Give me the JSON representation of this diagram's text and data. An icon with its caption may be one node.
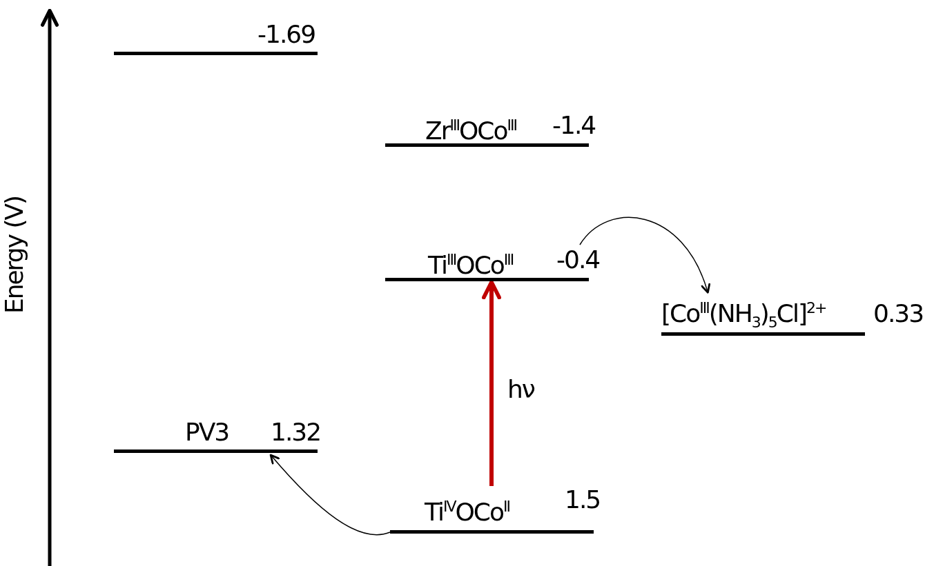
{
  "diagram": {
    "nodes": [
      {
        "text": [
          "-1.69"
        ]
      },
      {
        "text": [
          "Zr$^{III}$OCo$^{III}$",
          "-1.4"
        ]
      },
      {
        "text": [
          "Ti$^{III}$OCo$^{III}$",
          "-0.4"
        ]
      },
      {
        "text": [
          "[Co$^{III}$(NH$_{3}$)$_{5}$Cl]$^{2+}$",
          "0.33"
        ]
      },
      {
        "text": [
          "PV3",
          "1.32"
        ]
      },
      {
        "text": [
          "Ti$^{IV}$OCo$^{II}$",
          "1.5"
        ]
      }
    ],
    "edges": [
      {
        "from": 5,
        "to": 2,
        "arrow": "to",
        "label": "hν",
        "style": "thick",
        "color": "#c00000"
      },
      {
        "from": 2,
        "to": 3,
        "arrow": "to"
      },
      {
        "from": 5,
        "to": 4,
        "arrow": "to"
      }
    ],
    "labels": [
      "Energy (V)"
    ]
  }
}
